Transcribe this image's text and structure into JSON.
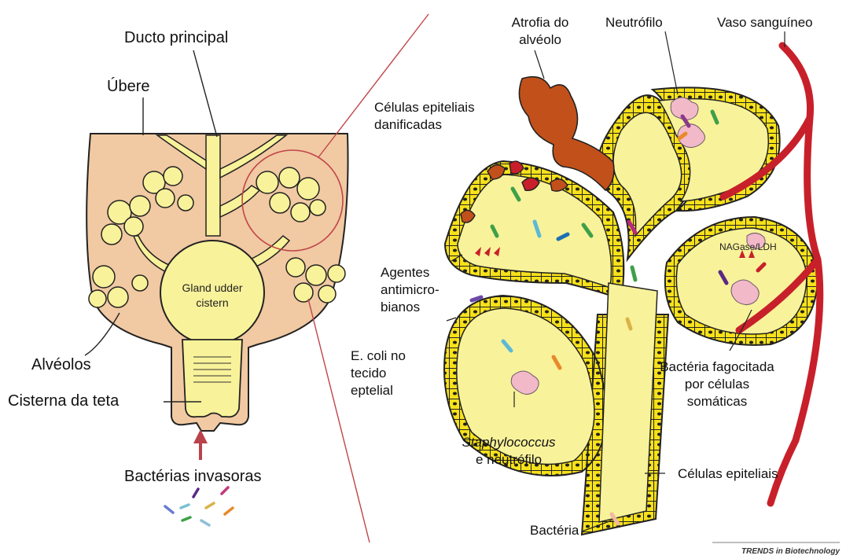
{
  "left_panel": {
    "ducto_principal": "Ducto principal",
    "ubere": "Úbere",
    "gland_line1": "Gland udder",
    "gland_line2": "cistern",
    "alveolos": "Alvéolos",
    "cisterna_teta": "Cisterna da teta",
    "bacterias_invasoras": "Bactérias invasoras"
  },
  "right_panel": {
    "atrofia_line1": "Atrofia do",
    "atrofia_line2": "alvéolo",
    "neutrofilo": "Neutrófilo",
    "vaso": "Vaso sanguíneo",
    "celulas_danificadas_line1": "Células epiteliais",
    "celulas_danificadas_line2": "danificadas",
    "agentes_line1": "Agentes",
    "agentes_line2": "antimicro-",
    "agentes_line3": "bianos",
    "ecoli_line1": "E. coli no",
    "ecoli_line2": "tecido",
    "ecoli_line3": "eptelial",
    "nagase": "NAGase/LDH",
    "fagocitada_line1": "Bactéria fagocitada",
    "fagocitada_line2": "por células",
    "fagocitada_line3": "somáticas",
    "staph_line1": "Staphylococcus",
    "staph_line2": "e neutrófilo",
    "celulas_epiteliais": "Células epiteliais",
    "bacteria": "Bactéria",
    "credit": "TRENDS in Biotechnology"
  },
  "colors": {
    "udder_fill": "#f1c9a2",
    "lumen_fill": "#f8f29a",
    "outline": "#222222",
    "cell_fill": "#f7e11a",
    "vessel": "#c8202a",
    "atrophy": "#c2501b",
    "pointer_red": "#c0454a",
    "arrow": "#b9434c"
  }
}
